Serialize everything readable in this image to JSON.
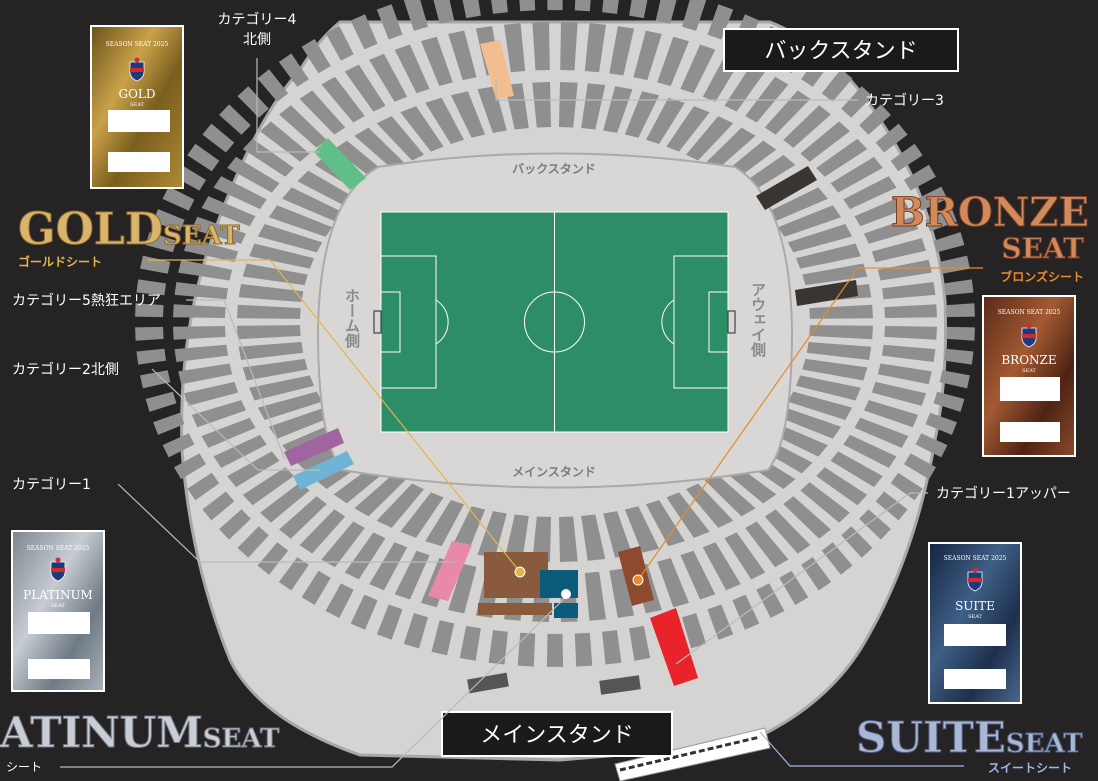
{
  "stands": {
    "back": "バックスタンド",
    "main": "メインスタンド",
    "home": "ホーム側",
    "away": "アウェイ側"
  },
  "categories": {
    "cat4": "カテゴリー4",
    "cat4_sub": "北側",
    "cat3": "カテゴリー3",
    "cat5": "カテゴリー5熱狂エリア",
    "cat2": "カテゴリー2北側",
    "cat1": "カテゴリー1",
    "cat1_upper": "カテゴリー1アッパー"
  },
  "seats": {
    "gold": {
      "title_big": "GOLD",
      "title_small": "SEAT",
      "subtitle": "ゴールドシート",
      "card_top": "SEASON SEAT 2025",
      "card_name": "GOLD",
      "card_seat": "SEAT"
    },
    "bronze": {
      "title_big": "BRONZE",
      "title_small": "SEAT",
      "subtitle": "ブロンズシート",
      "card_top": "SEASON SEAT 2025",
      "card_name": "BRONZE",
      "card_seat": "SEAT"
    },
    "platinum": {
      "title_big": "ATINUM",
      "title_small": "SEAT",
      "subtitle": "シート",
      "card_top": "SEASON SEAT 2025",
      "card_name": "PLATINUM",
      "card_seat": "SEAT"
    },
    "suite": {
      "title_big": "SUITE",
      "title_small": "SEAT",
      "subtitle": "スイートシート",
      "card_top": "SEASON SEAT 2025",
      "card_name": "SUITE",
      "card_seat": "SEAT"
    }
  },
  "colors": {
    "background": "#262324",
    "stadium": "#d5d4d2",
    "section": "#8f8f8f",
    "pitch": "#2c8d67",
    "gold_seat": "#8a5a3c",
    "bronze_seat": "#8e4a2e",
    "platinum_seat": "#0a5c7a",
    "suite_seat": "#e8232a",
    "cat1": "#e989aa",
    "cat2": "#6fb4d6",
    "cat3": "#f2be8f",
    "cat4": "#5fbf86",
    "cat5": "#a065a0",
    "cat1_upper": "#3a3530",
    "gold_line": "#e2b64a",
    "bronze_line": "#e98a2c"
  }
}
